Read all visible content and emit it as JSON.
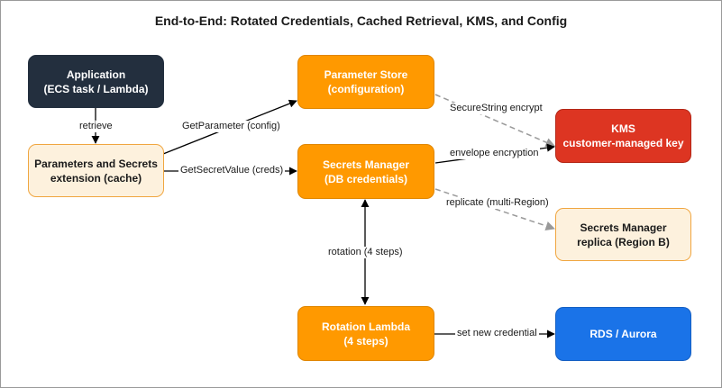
{
  "title": "End-to-End: Rotated Credentials, Cached Retrieval, KMS, and Config",
  "colors": {
    "dark_node": "#232f3e",
    "orange_node": "#ff9900",
    "cream_node": "#fdf1dd",
    "kms_red": "#dd3522",
    "rds_blue": "#1a73e8",
    "edge_solid": "#000000",
    "edge_dashed": "#999999"
  },
  "nodes": {
    "application": {
      "line1": "Application",
      "line2": "(ECS task / Lambda)"
    },
    "extension": {
      "line1": "Parameters and Secrets",
      "line2": "extension (cache)"
    },
    "parameter_store": {
      "line1": "Parameter Store",
      "line2": "(configuration)"
    },
    "secrets_manager": {
      "line1": "Secrets Manager",
      "line2": "(DB credentials)"
    },
    "kms": {
      "line1": "KMS",
      "line2": "customer-managed key"
    },
    "replica": {
      "line1": "Secrets Manager",
      "line2": "replica (Region B)"
    },
    "rotation_lambda": {
      "line1": "Rotation Lambda",
      "line2": "(4 steps)"
    },
    "rds": {
      "line1": "RDS / Aurora",
      "line2": ""
    }
  },
  "edges": {
    "retrieve": "retrieve",
    "get_parameter": "GetParameter (config)",
    "get_secret_value": "GetSecretValue (creds)",
    "securestring": "SecureString encrypt",
    "envelope": "envelope encryption",
    "replicate": "replicate (multi-Region)",
    "rotation": "rotation (4 steps)",
    "set_credential": "set new credential"
  }
}
